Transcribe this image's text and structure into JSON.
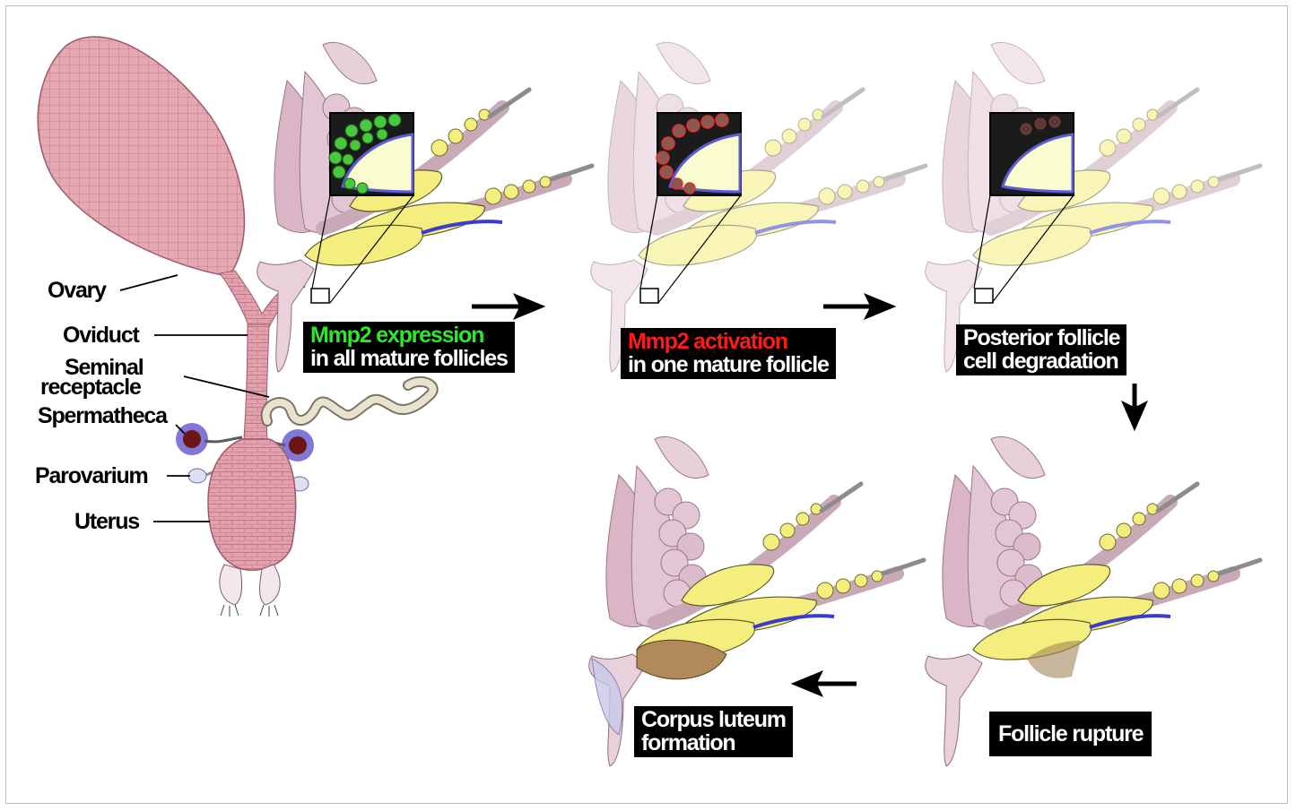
{
  "anatomy_labels": {
    "ovary": "Ovary",
    "oviduct": "Oviduct",
    "seminal_receptacle_1": "Seminal",
    "seminal_receptacle_2": "receptacle",
    "spermatheca": "Spermatheca",
    "parovarium": "Parovarium",
    "uterus": "Uterus"
  },
  "steps": {
    "s1_line1": "Mmp2 expression",
    "s1_line2": "in all mature follicles",
    "s2_line1": "Mmp2 activation",
    "s2_line2": "in one mature follicle",
    "s3_line1": "Posterior follicle",
    "s3_line2": "cell degradation",
    "s4_line1": "Follicle rupture",
    "s5_line1": "Corpus luteum",
    "s5_line2": "formation"
  },
  "colors": {
    "mmp2_expression": "#2ee62e",
    "mmp2_activation": "#ff1a1a",
    "tissue_pink": "#e0a3b0",
    "ovariole_lilac": "#e6cad7",
    "egg_yellow": "#f4ee7e",
    "label_box": "#000000"
  }
}
